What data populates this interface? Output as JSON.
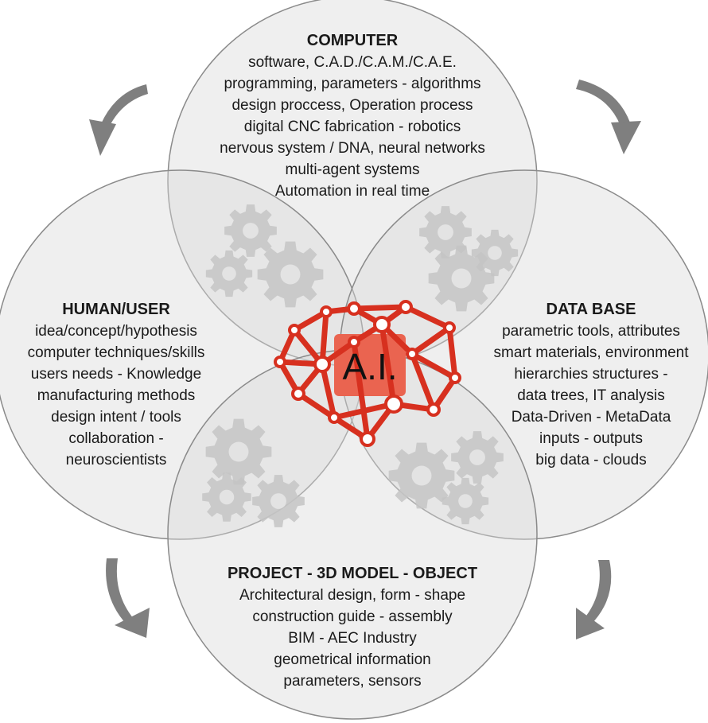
{
  "colors": {
    "circle_fill": "#d9d9d9",
    "circle_stroke": "#8a8a8a",
    "gear": "#c4c4c4",
    "arrow": "#7f7f7f",
    "brain": "#d7301f",
    "ai_box": "#ea6450",
    "text": "#1a1a1a"
  },
  "icons": [
    "gear-icon",
    "brain-network-icon",
    "curved-arrow-icon"
  ],
  "computer": {
    "title": "COMPUTER",
    "lines": [
      "software, C.A.D./C.A.M./C.A.E.",
      "programming, parameters - algorithms",
      "design proccess, Operation process",
      "digital CNC fabrication - robotics",
      "nervous system / DNA, neural networks",
      "multi-agent systems",
      "Automation in real time"
    ]
  },
  "human": {
    "title": "HUMAN/USER",
    "lines": [
      "idea/concept/hypothesis",
      "computer techniques/skills",
      "users needs - Knowledge",
      "manufacturing methods",
      "design intent / tools",
      "collaboration -",
      "neuroscientists"
    ]
  },
  "database": {
    "title": "DATA BASE",
    "lines": [
      "parametric tools, attributes",
      "smart materials, environment",
      "hierarchies structures -",
      "data trees, IT analysis",
      "Data-Driven - MetaData",
      "inputs - outputs",
      "big data - clouds"
    ]
  },
  "project": {
    "title": "PROJECT - 3D MODEL - OBJECT",
    "lines": [
      "Architectural design, form - shape",
      "construction guide - assembly",
      "BIM - AEC Industry",
      "geometrical information",
      "parameters, sensors"
    ]
  },
  "center": {
    "label": "A.I."
  }
}
